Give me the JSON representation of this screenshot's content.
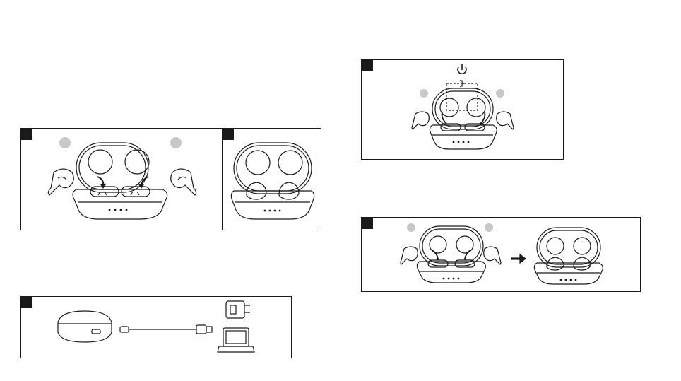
{
  "document": {
    "description_free": true,
    "colors": {
      "line": "#1a1a1a",
      "dot": "#c8c8c8",
      "tag": "#1a1a1a"
    }
  },
  "panels": [
    {
      "id": "insert-earbuds",
      "icons": [
        "earbud-left-icon",
        "charging-case-open-icon",
        "arrow-down-icon",
        "arrow-down-icon",
        "earbud-right-icon"
      ]
    },
    {
      "id": "earbuds-in-case",
      "icons": [
        "charging-case-with-earbuds-icon"
      ]
    },
    {
      "id": "charge-case",
      "icons": [
        "charging-case-closed-icon",
        "usb-c-cable-icon",
        "wall-adapter-icon",
        "laptop-icon"
      ]
    },
    {
      "id": "power-pair",
      "icons": [
        "power-icon",
        "bluetooth-icon",
        "charging-case-open-icon",
        "earbud-left-icon",
        "earbud-right-icon"
      ]
    },
    {
      "id": "return-to-case",
      "icons": [
        "earbud-left-icon",
        "charging-case-open-icon",
        "earbud-right-icon",
        "arrow-right-icon",
        "charging-case-with-earbuds-icon"
      ]
    }
  ],
  "labels": {
    "bluetooth_symbol": "∦"
  }
}
